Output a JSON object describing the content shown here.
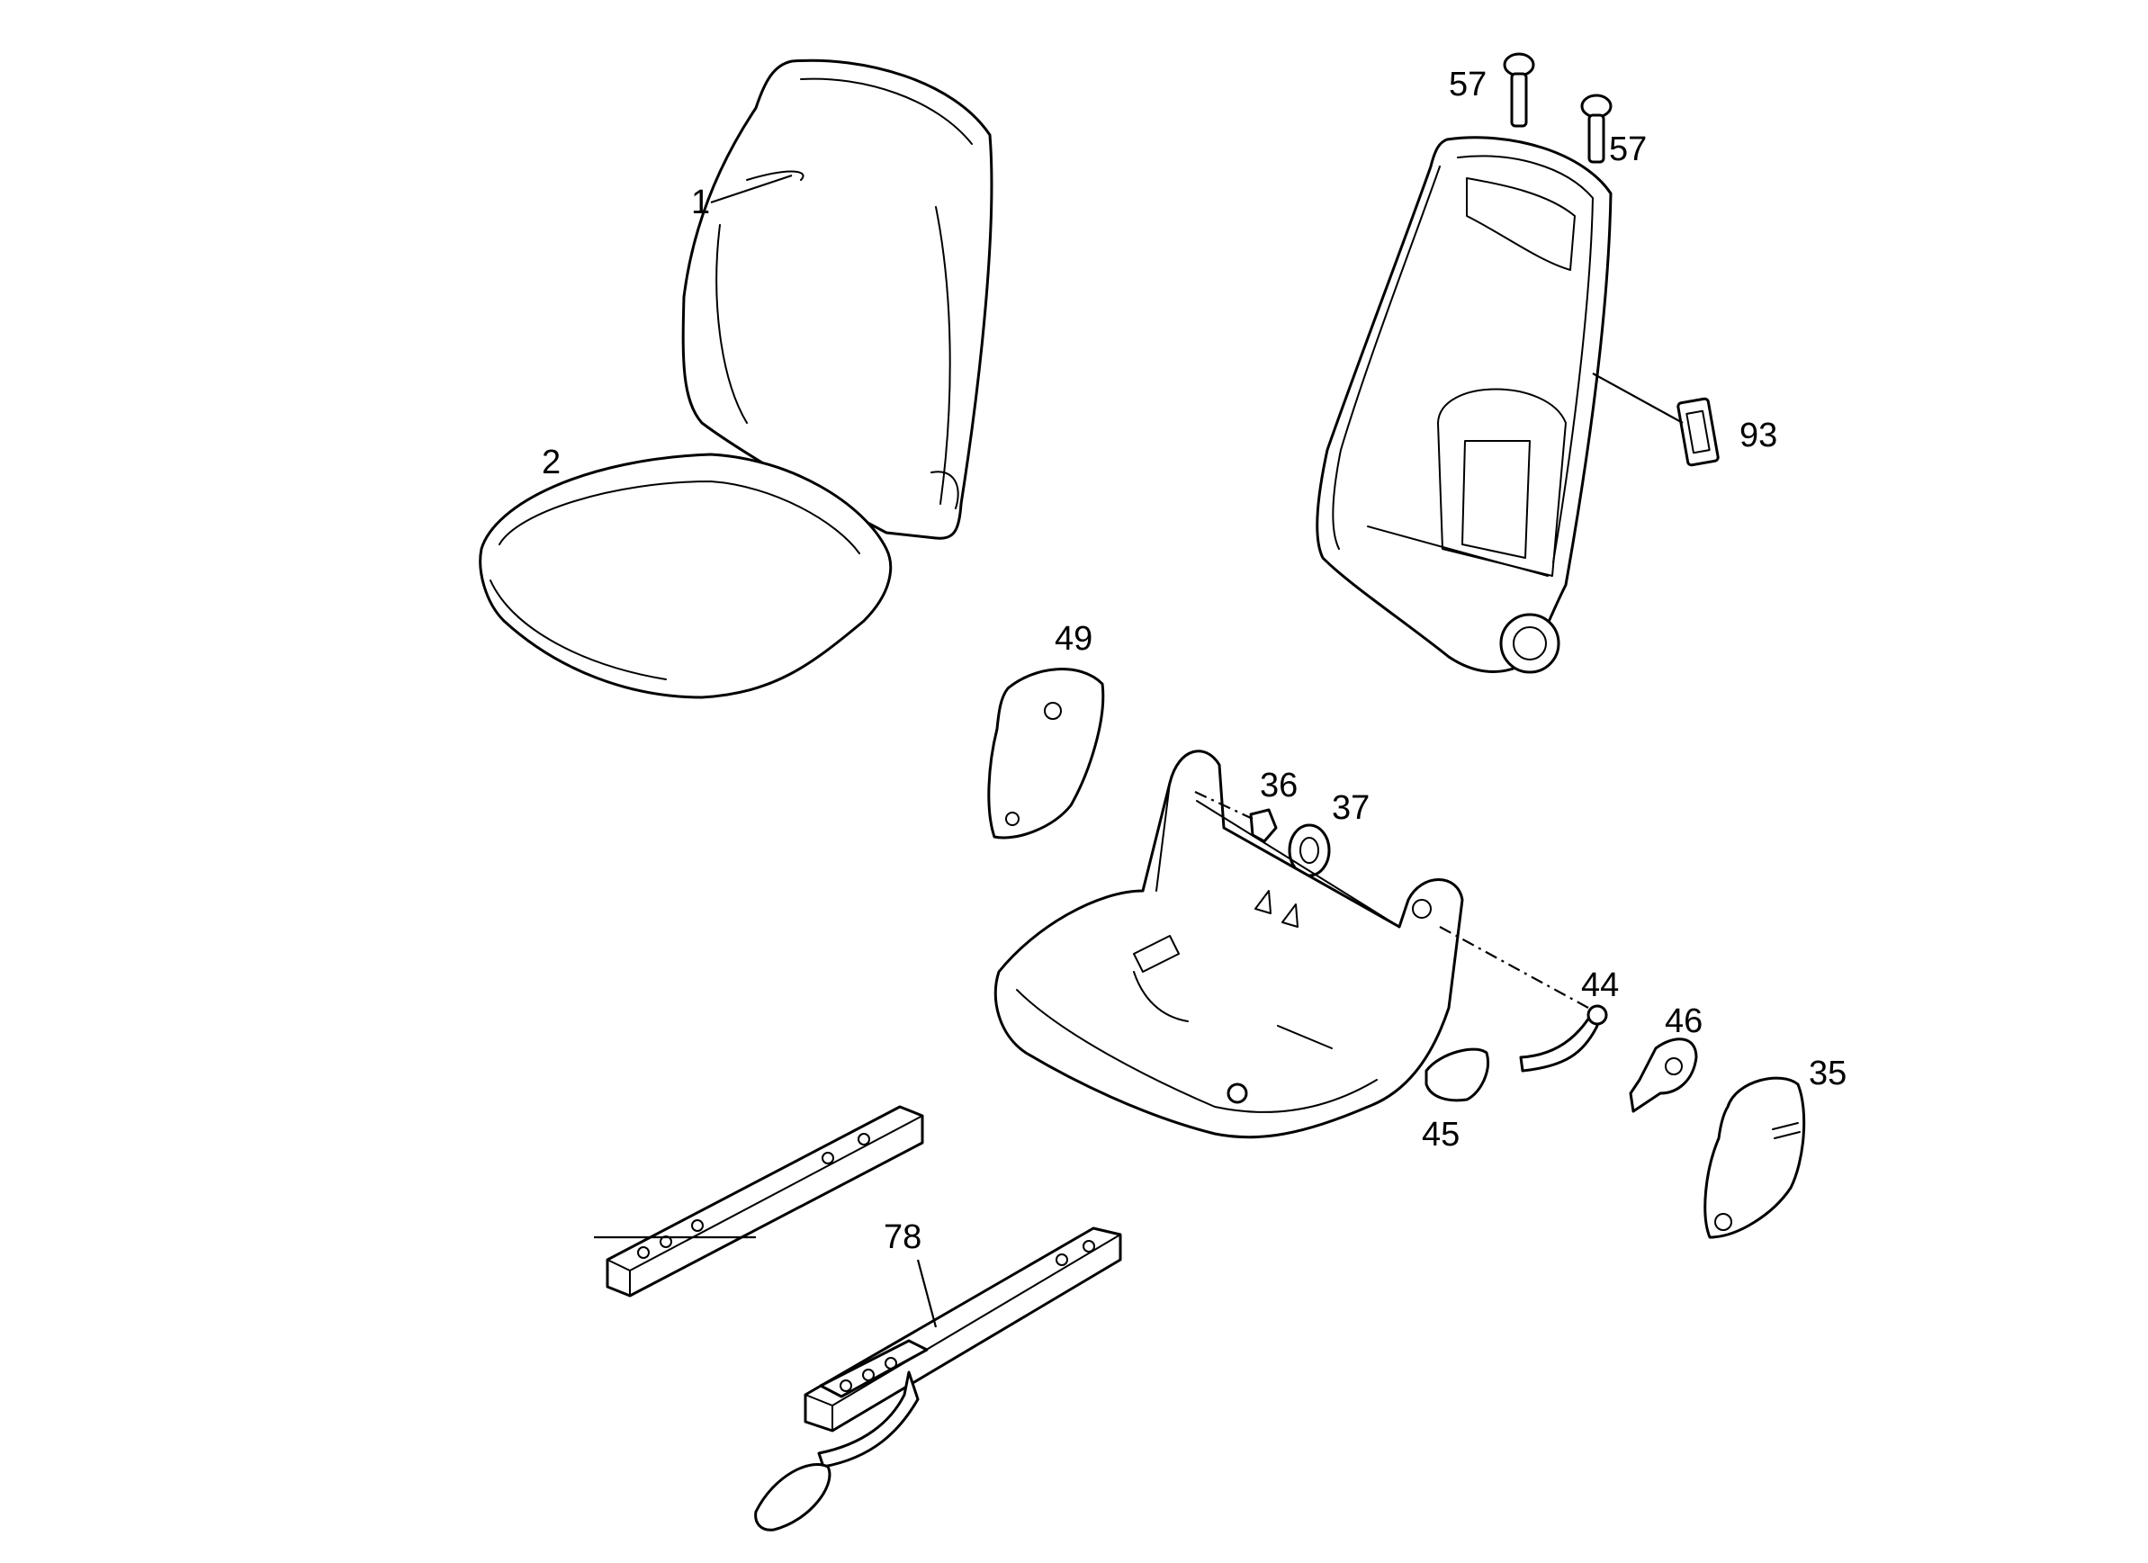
{
  "diagram": {
    "colors": {
      "line": "#000000",
      "background": "#ffffff"
    },
    "callouts": {
      "c1": "1",
      "c2": "2",
      "c57a": "57",
      "c57b": "57",
      "c93": "93",
      "c49": "49",
      "c36": "36",
      "c37": "37",
      "c44": "44",
      "c46": "46",
      "c35": "35",
      "c45": "45",
      "c78": "78"
    }
  }
}
